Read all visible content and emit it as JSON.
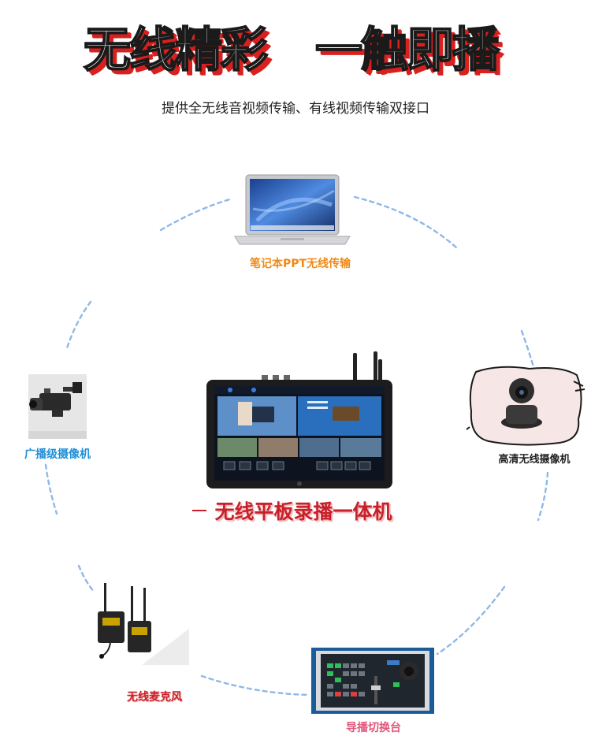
{
  "headline": {
    "left": "无线精彩",
    "right": "一触即播"
  },
  "subtitle": "提供全无线音视频传输、有线视频传输双接口",
  "center_device": {
    "label": "无线平板录播一体机"
  },
  "devices": {
    "laptop": {
      "label": "笔记本PPT无线传输"
    },
    "broadcast_camera": {
      "label": "广播级摄像机"
    },
    "hd_camera": {
      "label": "高清无线摄像机"
    },
    "microphone": {
      "label": "无线麦克风"
    },
    "switcher": {
      "label": "导播切换台"
    }
  },
  "colors": {
    "ring": "#8fb8e8",
    "headline_shadow": "#d9201f",
    "title_red": "#c8202a",
    "laptop_label": "#f08a17",
    "camera_label": "#1f8fd6",
    "switcher_label": "#e0567a"
  }
}
